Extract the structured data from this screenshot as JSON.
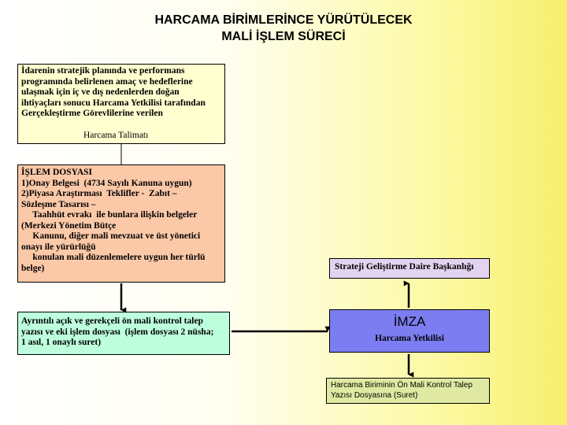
{
  "title": {
    "line1": "HARCAMA BİRİMLERİNCE YÜRÜTÜLECEK",
    "line2": "MALİ İŞLEM SÜRECİ"
  },
  "boxes": {
    "idare": {
      "lines": [
        "İdarenin stratejik planında ve performans",
        "programında belirlenen amaç ve hedeflerine",
        "ulaşmak için iç ve dış nedenlerden doğan",
        "ihtiyaçları sonucu Harcama Yetkilisi tarafından",
        "Gerçekleştirme Görevlilerine verilen"
      ]
    },
    "talimat": "Harcama Talimatı",
    "islem_dosyasi": {
      "lines": [
        "İŞLEM DOSYASI",
        "1)Onay Belgesi  (4734 Sayılı Kanuna uygun)",
        "2)Piyasa Araştırması  Teklifler -  Zabıt –",
        "Sözleşme Tasarısı –",
        "     Taahhüt evrakı  ile bunlara ilişkin belgeler",
        "(Merkezi Yönetim Bütçe",
        "     Kanunu, diğer mali mevzuat ve üst yönetici",
        "onayı ile yürürlüğü",
        "     konulan mali düzenlemelere uygun her türlü",
        "belge)"
      ]
    },
    "ayrintili": {
      "lines": [
        "Ayrıntılı açık ve gerekçeli ön mali kontrol talep",
        "yazısı ve eki işlem dosyası  (işlem dosyası 2 nüsha;",
        "1 asıl, 1 onaylı suret)"
      ]
    },
    "strateji": "Strateji Geliştirme Daire Başkanlığı",
    "imza": {
      "heading": "İMZA",
      "sub": "Harcama Yetkilisi"
    },
    "kontrol": {
      "lines": [
        "Harcama Biriminin Ön Mali Kontrol Talep",
        "Yazısı Dosyasına (Suret)"
      ]
    }
  },
  "colors": {
    "idare": "#ffffd0",
    "islem_dosyasi": "#fcc9a8",
    "ayrintili": "#bdfedd",
    "strateji": "#e2d4f1",
    "imza": "#7b7df0",
    "kontrol": "#dfe9a2"
  }
}
